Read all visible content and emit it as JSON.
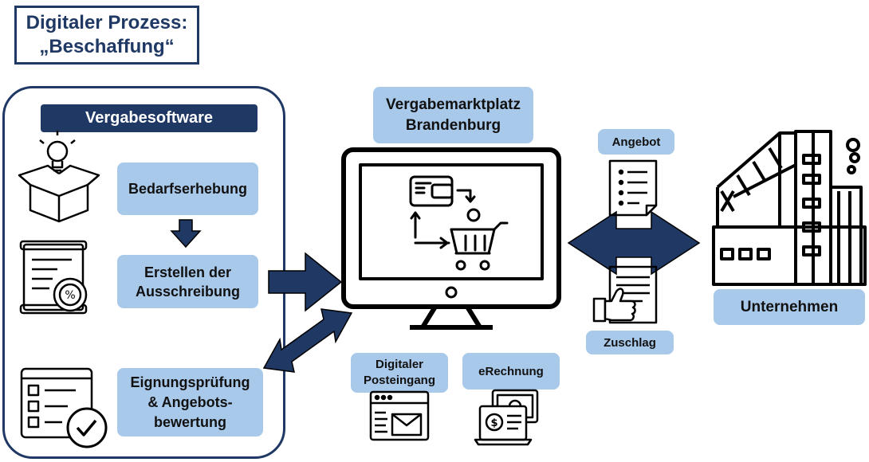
{
  "title": {
    "line1": "Digitaler Prozess:",
    "line2": "„Beschaffung“"
  },
  "vergabesoftware": {
    "header": "Vergabesoftware",
    "steps": [
      {
        "lines": [
          "Bedarfserhebung"
        ]
      },
      {
        "lines": [
          "Erstellen der",
          "Ausschreibung"
        ]
      },
      {
        "lines": [
          "Eignungsprüfung",
          "& Angebots-",
          "bewertung"
        ]
      }
    ]
  },
  "marktplatz": {
    "lines": [
      "Vergabemarktplatz",
      "Brandenburg"
    ]
  },
  "posteingang": {
    "lines": [
      "Digitaler",
      "Posteingang"
    ]
  },
  "erechnung": {
    "label": "eRechnung"
  },
  "angebot": {
    "label": "Angebot"
  },
  "zuschlag": {
    "label": "Zuschlag"
  },
  "unternehmen": {
    "label": "Unternehmen"
  },
  "colors": {
    "navy": "#1f3864",
    "light_blue": "#a9c9ea"
  },
  "icons": [
    "lightbulb-box-icon",
    "tender-document-icon",
    "checklist-icon",
    "monitor-icon",
    "wallet-cart-icon",
    "offer-document-icon",
    "thumbs-up-document-icon",
    "factory-icon",
    "email-window-icon",
    "invoice-laptop-icon"
  ]
}
